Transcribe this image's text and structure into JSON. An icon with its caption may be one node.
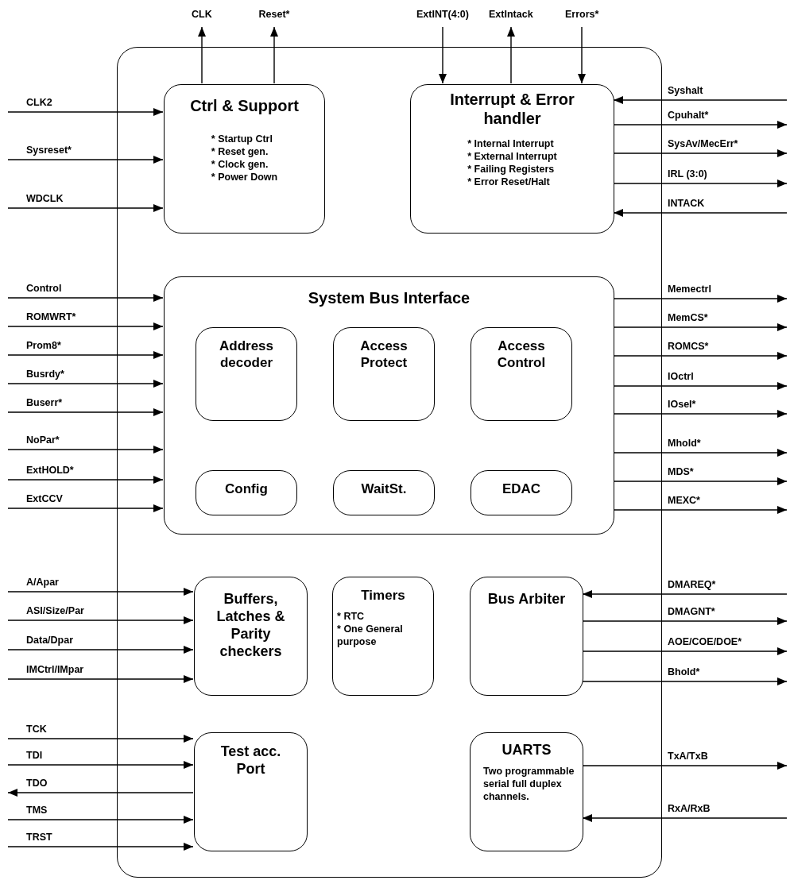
{
  "diagram": {
    "nodes": [
      {
        "text": [],
        "shape": "box"
      },
      {
        "text": [
          "Ctrl & Support",
          "* Startup Ctrl",
          "* Reset gen.",
          "* Clock gen.",
          "* Power Down"
        ],
        "in": 0
      },
      {
        "text": [
          "Interrupt & Error handler",
          "* Internal Interrupt",
          "* External Interrupt",
          "* Failing Registers",
          "* Error Reset/Halt"
        ],
        "in": 0
      },
      {
        "text": [
          "System Bus Interface"
        ],
        "in": 0
      },
      {
        "text": [
          "Address decoder"
        ],
        "in": 3
      },
      {
        "text": [
          "Access Protect"
        ],
        "in": 3
      },
      {
        "text": [
          "Access Control"
        ],
        "in": 3
      },
      {
        "text": [
          "Config"
        ],
        "in": 3
      },
      {
        "text": [
          "WaitSt."
        ],
        "in": 3
      },
      {
        "text": [
          "EDAC"
        ],
        "in": 3
      },
      {
        "text": [
          "Buffers, Latches & Parity checkers"
        ],
        "in": 0
      },
      {
        "text": [
          "Timers",
          "* RTC",
          "* One General purpose"
        ],
        "in": 0
      },
      {
        "text": [
          "Bus Arbiter"
        ],
        "in": 0
      },
      {
        "text": [
          "Test acc. Port"
        ],
        "in": 0
      },
      {
        "text": [
          "UARTS",
          "Two programmable serial full duplex channels."
        ],
        "in": 0
      }
    ],
    "edges": [
      {
        "from": 1,
        "to": null,
        "arrow": "to",
        "label": "CLK"
      },
      {
        "from": 1,
        "to": null,
        "arrow": "to",
        "label": "Reset*"
      },
      {
        "from": null,
        "to": 2,
        "arrow": "to",
        "label": "ExtINT(4:0)"
      },
      {
        "from": 2,
        "to": null,
        "arrow": "to",
        "label": "ExtIntack"
      },
      {
        "from": null,
        "to": 2,
        "arrow": "to",
        "label": "Errors*"
      },
      {
        "from": null,
        "to": 1,
        "arrow": "to",
        "label": "CLK2"
      },
      {
        "from": null,
        "to": 1,
        "arrow": "to",
        "label": "Sysreset*"
      },
      {
        "from": null,
        "to": 1,
        "arrow": "to",
        "label": "WDCLK"
      },
      {
        "from": null,
        "to": 2,
        "arrow": "to",
        "label": "Syshalt"
      },
      {
        "from": 2,
        "to": null,
        "arrow": "to",
        "label": "Cpuhalt*"
      },
      {
        "from": 2,
        "to": null,
        "arrow": "to",
        "label": "SysAv/MecErr*"
      },
      {
        "from": 2,
        "to": null,
        "arrow": "to",
        "label": "IRL (3:0)"
      },
      {
        "from": null,
        "to": 2,
        "arrow": "to",
        "label": "INTACK"
      },
      {
        "from": null,
        "to": 3,
        "arrow": "to",
        "label": "Control"
      },
      {
        "from": null,
        "to": 3,
        "arrow": "to",
        "label": "ROMWRT*"
      },
      {
        "from": null,
        "to": 3,
        "arrow": "to",
        "label": "Prom8*"
      },
      {
        "from": null,
        "to": 3,
        "arrow": "to",
        "label": "Busrdy*"
      },
      {
        "from": null,
        "to": 3,
        "arrow": "to",
        "label": "Buserr*"
      },
      {
        "from": null,
        "to": 3,
        "arrow": "to",
        "label": "NoPar*"
      },
      {
        "from": null,
        "to": 3,
        "arrow": "to",
        "label": "ExtHOLD*"
      },
      {
        "from": null,
        "to": 3,
        "arrow": "to",
        "label": "ExtCCV"
      },
      {
        "from": 3,
        "to": null,
        "arrow": "to",
        "label": "Memectrl"
      },
      {
        "from": 3,
        "to": null,
        "arrow": "to",
        "label": "MemCS*"
      },
      {
        "from": 3,
        "to": null,
        "arrow": "to",
        "label": "ROMCS*"
      },
      {
        "from": 3,
        "to": null,
        "arrow": "to",
        "label": "IOctrl"
      },
      {
        "from": 3,
        "to": null,
        "arrow": "to",
        "label": "IOsel*"
      },
      {
        "from": 3,
        "to": null,
        "arrow": "to",
        "label": "Mhold*"
      },
      {
        "from": 3,
        "to": null,
        "arrow": "to",
        "label": "MDS*"
      },
      {
        "from": 3,
        "to": null,
        "arrow": "to",
        "label": "MEXC*"
      },
      {
        "from": null,
        "to": 10,
        "arrow": "to",
        "label": "A/Apar"
      },
      {
        "from": null,
        "to": 10,
        "arrow": "to",
        "label": "ASI/Size/Par"
      },
      {
        "from": null,
        "to": 10,
        "arrow": "to",
        "label": "Data/Dpar"
      },
      {
        "from": null,
        "to": 10,
        "arrow": "to",
        "label": "IMCtrl/IMpar"
      },
      {
        "from": null,
        "to": 12,
        "arrow": "to",
        "label": "DMAREQ*"
      },
      {
        "from": 12,
        "to": null,
        "arrow": "to",
        "label": "DMAGNT*"
      },
      {
        "from": 12,
        "to": null,
        "arrow": "to",
        "label": "AOE/COE/DOE*"
      },
      {
        "from": 12,
        "to": null,
        "arrow": "to",
        "label": "Bhold*"
      },
      {
        "from": null,
        "to": 13,
        "arrow": "to",
        "label": "TCK"
      },
      {
        "from": null,
        "to": 13,
        "arrow": "to",
        "label": "TDI"
      },
      {
        "from": 13,
        "to": null,
        "arrow": "to",
        "label": "TDO"
      },
      {
        "from": null,
        "to": 13,
        "arrow": "to",
        "label": "TMS"
      },
      {
        "from": null,
        "to": 13,
        "arrow": "to",
        "label": "TRST"
      },
      {
        "from": 14,
        "to": null,
        "arrow": "to",
        "label": "TxA/TxB"
      },
      {
        "from": null,
        "to": 14,
        "arrow": "to",
        "label": "RxA/RxB"
      }
    ]
  }
}
